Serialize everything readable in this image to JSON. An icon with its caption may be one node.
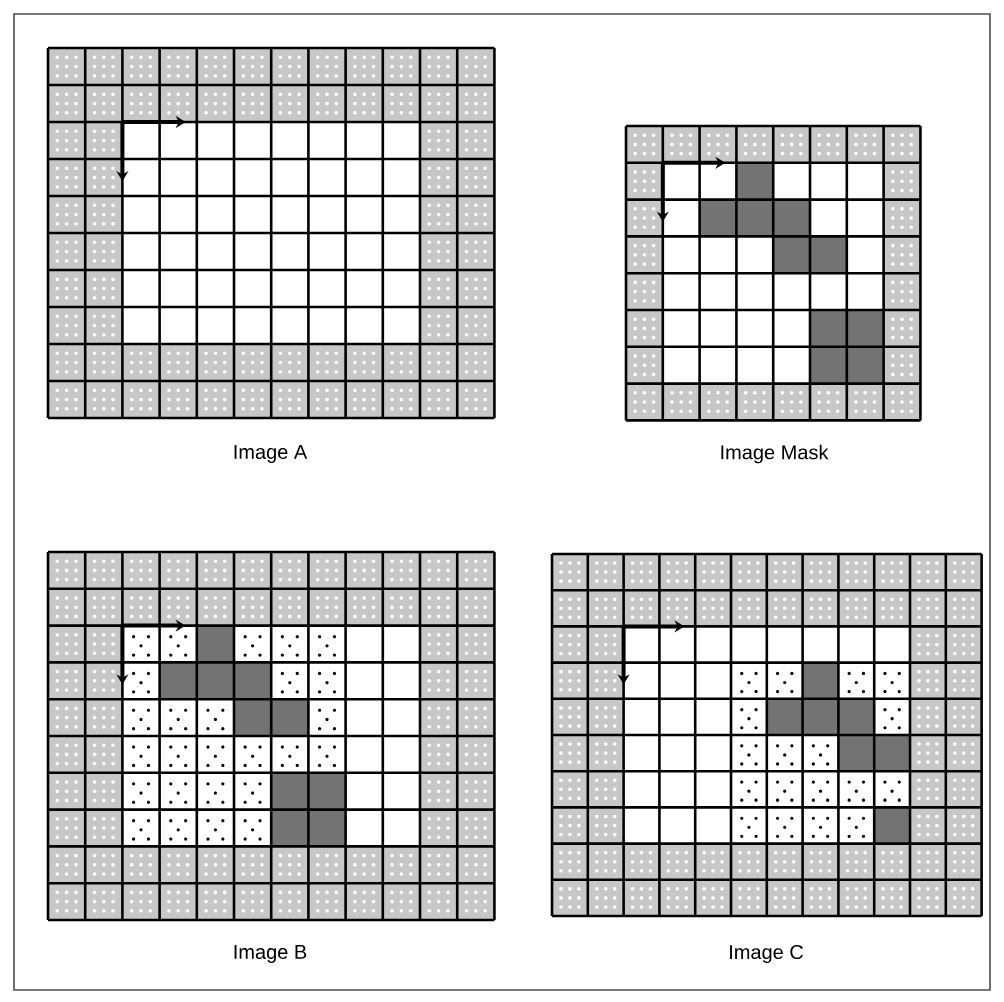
{
  "diagram": {
    "nodes": [
      {
        "text": [
          "Image A"
        ]
      },
      {
        "text": [
          "Image Mask"
        ]
      },
      {
        "text": [
          "Image B"
        ]
      },
      {
        "text": [
          "Image C"
        ]
      }
    ],
    "edges": []
  }
}
